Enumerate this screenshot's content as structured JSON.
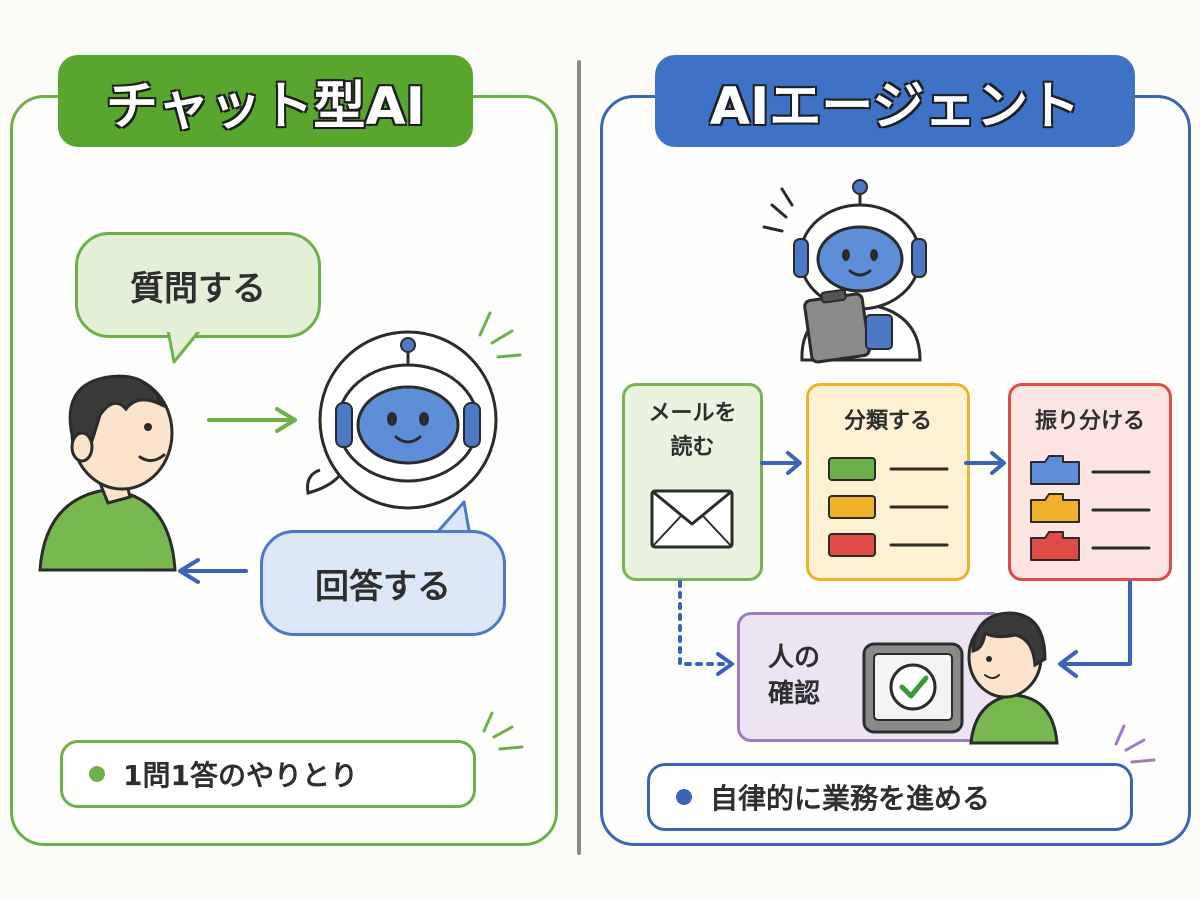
{
  "left": {
    "title": "チャット型AI",
    "question_bubble": "質問する",
    "answer_bubble": "回答する",
    "summary": "1問1答のやりとり"
  },
  "right": {
    "title": "AIエージェント",
    "steps": {
      "read_mail_line1": "メールを",
      "read_mail_line2": "読む",
      "classify": "分類する",
      "distribute": "振り分ける",
      "confirm_line1": "人の",
      "confirm_line2": "確認"
    },
    "summary": "自律的に業務を進める"
  },
  "colors": {
    "green": "#6db04a",
    "blue": "#3c64b5",
    "yellow": "#f0b22a",
    "red": "#df4c45",
    "purple": "#9c7cbe"
  },
  "icons": [
    "person-icon",
    "robot-icon",
    "envelope-icon",
    "folder-icon",
    "tablet-checkmark-icon",
    "arrow-icon"
  ]
}
